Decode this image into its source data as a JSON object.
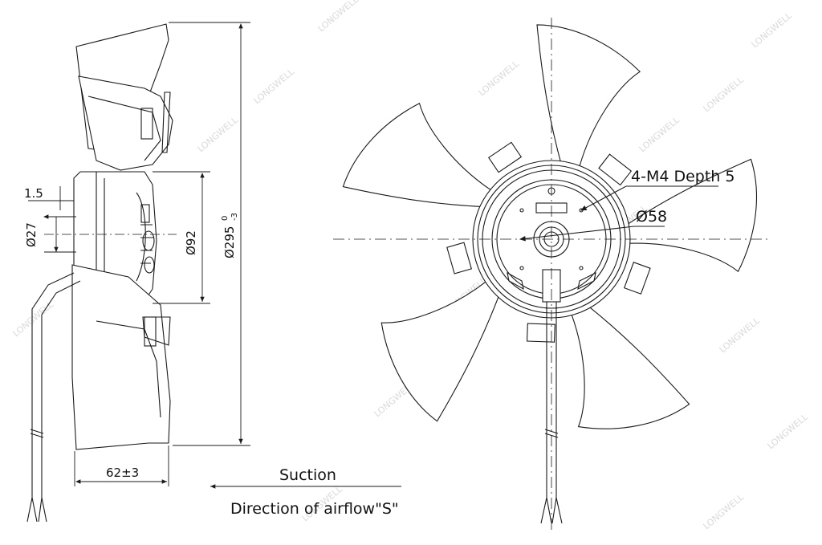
{
  "watermark": "LONGWELL",
  "side_view": {
    "dim_flange": "1.5",
    "dim_shaft": "Ø27",
    "dim_hub": "Ø92",
    "dim_diameter": "Ø295",
    "dim_diameter_tol_upper": "0",
    "dim_diameter_tol_lower": "-3",
    "dim_depth": "62±3"
  },
  "airflow": {
    "suction_label": "Suction",
    "direction_label": "Direction of airflow\"S\""
  },
  "front_view": {
    "hole_label": "4-M4  Depth 5",
    "bolt_circle_label": "Ø58"
  },
  "colors": {
    "line": "#1a1a1a",
    "blade_fill": "#ffffff",
    "watermark": "#d9d9d9"
  }
}
